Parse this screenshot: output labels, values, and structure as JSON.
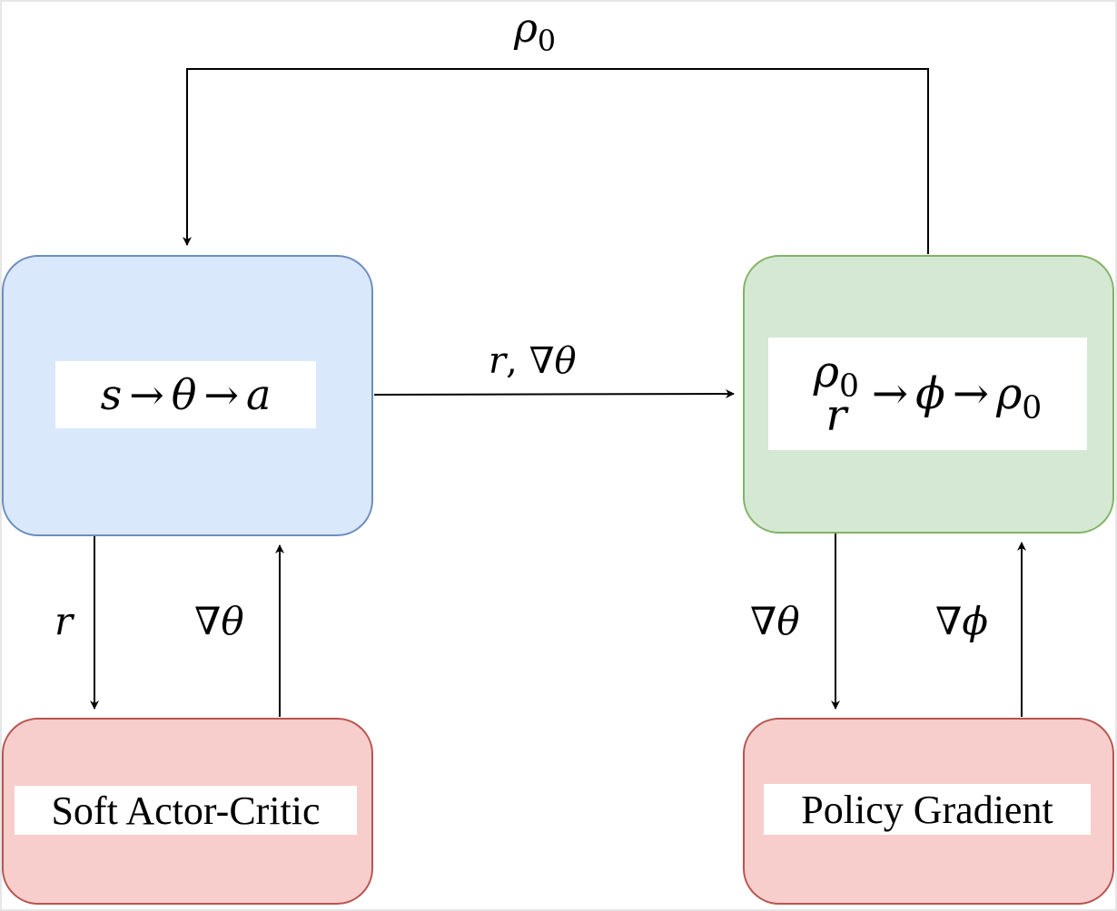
{
  "diagram": {
    "top_loop_label": {
      "sym": "ρ",
      "sub": "0"
    },
    "policy_box": {
      "s": "s",
      "arrow1": "→",
      "theta": "θ",
      "arrow2": "→",
      "a": "a"
    },
    "adversary_box": {
      "in_top": {
        "sym": "ρ",
        "sub": "0"
      },
      "in_bottom": "r",
      "arrow1": "→",
      "phi": "ϕ",
      "arrow2": "→",
      "out": {
        "sym": "ρ",
        "sub": "0"
      }
    },
    "middle_edge_label": {
      "r": "r",
      "comma": ",",
      "nabla": "∇",
      "theta": "θ"
    },
    "left_down_label": "r",
    "left_up_label": {
      "nabla": "∇",
      "theta": "θ"
    },
    "right_down_label": {
      "nabla": "∇",
      "theta": "θ"
    },
    "right_up_label": {
      "nabla": "∇",
      "phi": "ϕ"
    },
    "sac_box": "Soft Actor-Critic",
    "pg_box": "Policy Gradient",
    "colors": {
      "policy_fill": "#dae8fc",
      "policy_stroke": "#6c8ebf",
      "adversary_fill": "#d5e8d4",
      "adversary_stroke": "#82b366",
      "algo_fill": "#f8cecc",
      "algo_stroke": "#b85450",
      "edge": "#000000"
    }
  }
}
